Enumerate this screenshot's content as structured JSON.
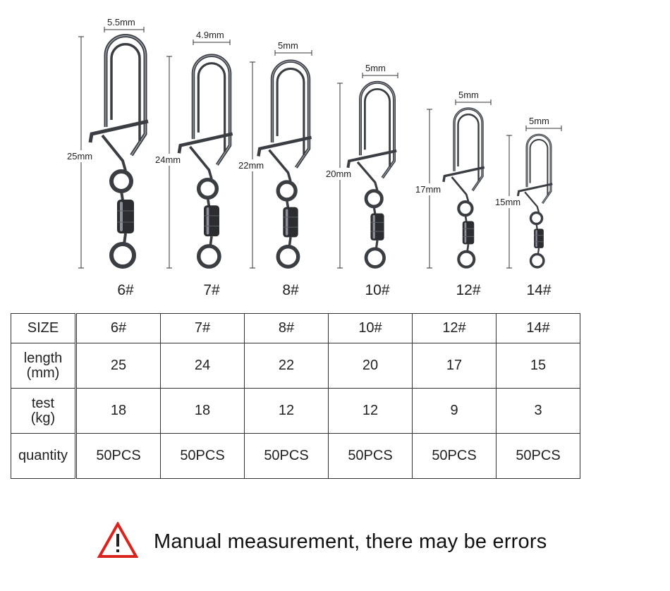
{
  "specimens": [
    {
      "size": "6#",
      "width_label": "5.5mm",
      "length_label": "25mm"
    },
    {
      "size": "7#",
      "width_label": "4.9mm",
      "length_label": "24mm"
    },
    {
      "size": "8#",
      "width_label": "5mm",
      "length_label": "22mm"
    },
    {
      "size": "10#",
      "width_label": "5mm",
      "length_label": "20mm"
    },
    {
      "size": "12#",
      "width_label": "5mm",
      "length_label": "17mm"
    },
    {
      "size": "14#",
      "width_label": "5mm",
      "length_label": "15mm"
    }
  ],
  "table": {
    "row_headers": {
      "size": "SIZE",
      "length_line1": "length",
      "length_line2": "(mm)",
      "test_line1": "test",
      "test_line2": "(kg)",
      "quantity": "quantity"
    },
    "sizes": [
      "6#",
      "7#",
      "8#",
      "10#",
      "12#",
      "14#"
    ],
    "length": [
      "25",
      "24",
      "22",
      "20",
      "17",
      "15"
    ],
    "test": [
      "18",
      "18",
      "12",
      "12",
      "9",
      "3"
    ],
    "quantity": [
      "50PCS",
      "50PCS",
      "50PCS",
      "50PCS",
      "50PCS",
      "50PCS"
    ]
  },
  "warning": {
    "icon": "warning-triangle-icon",
    "text": "Manual measurement, there may be errors",
    "icon_color": "#d9231c"
  }
}
